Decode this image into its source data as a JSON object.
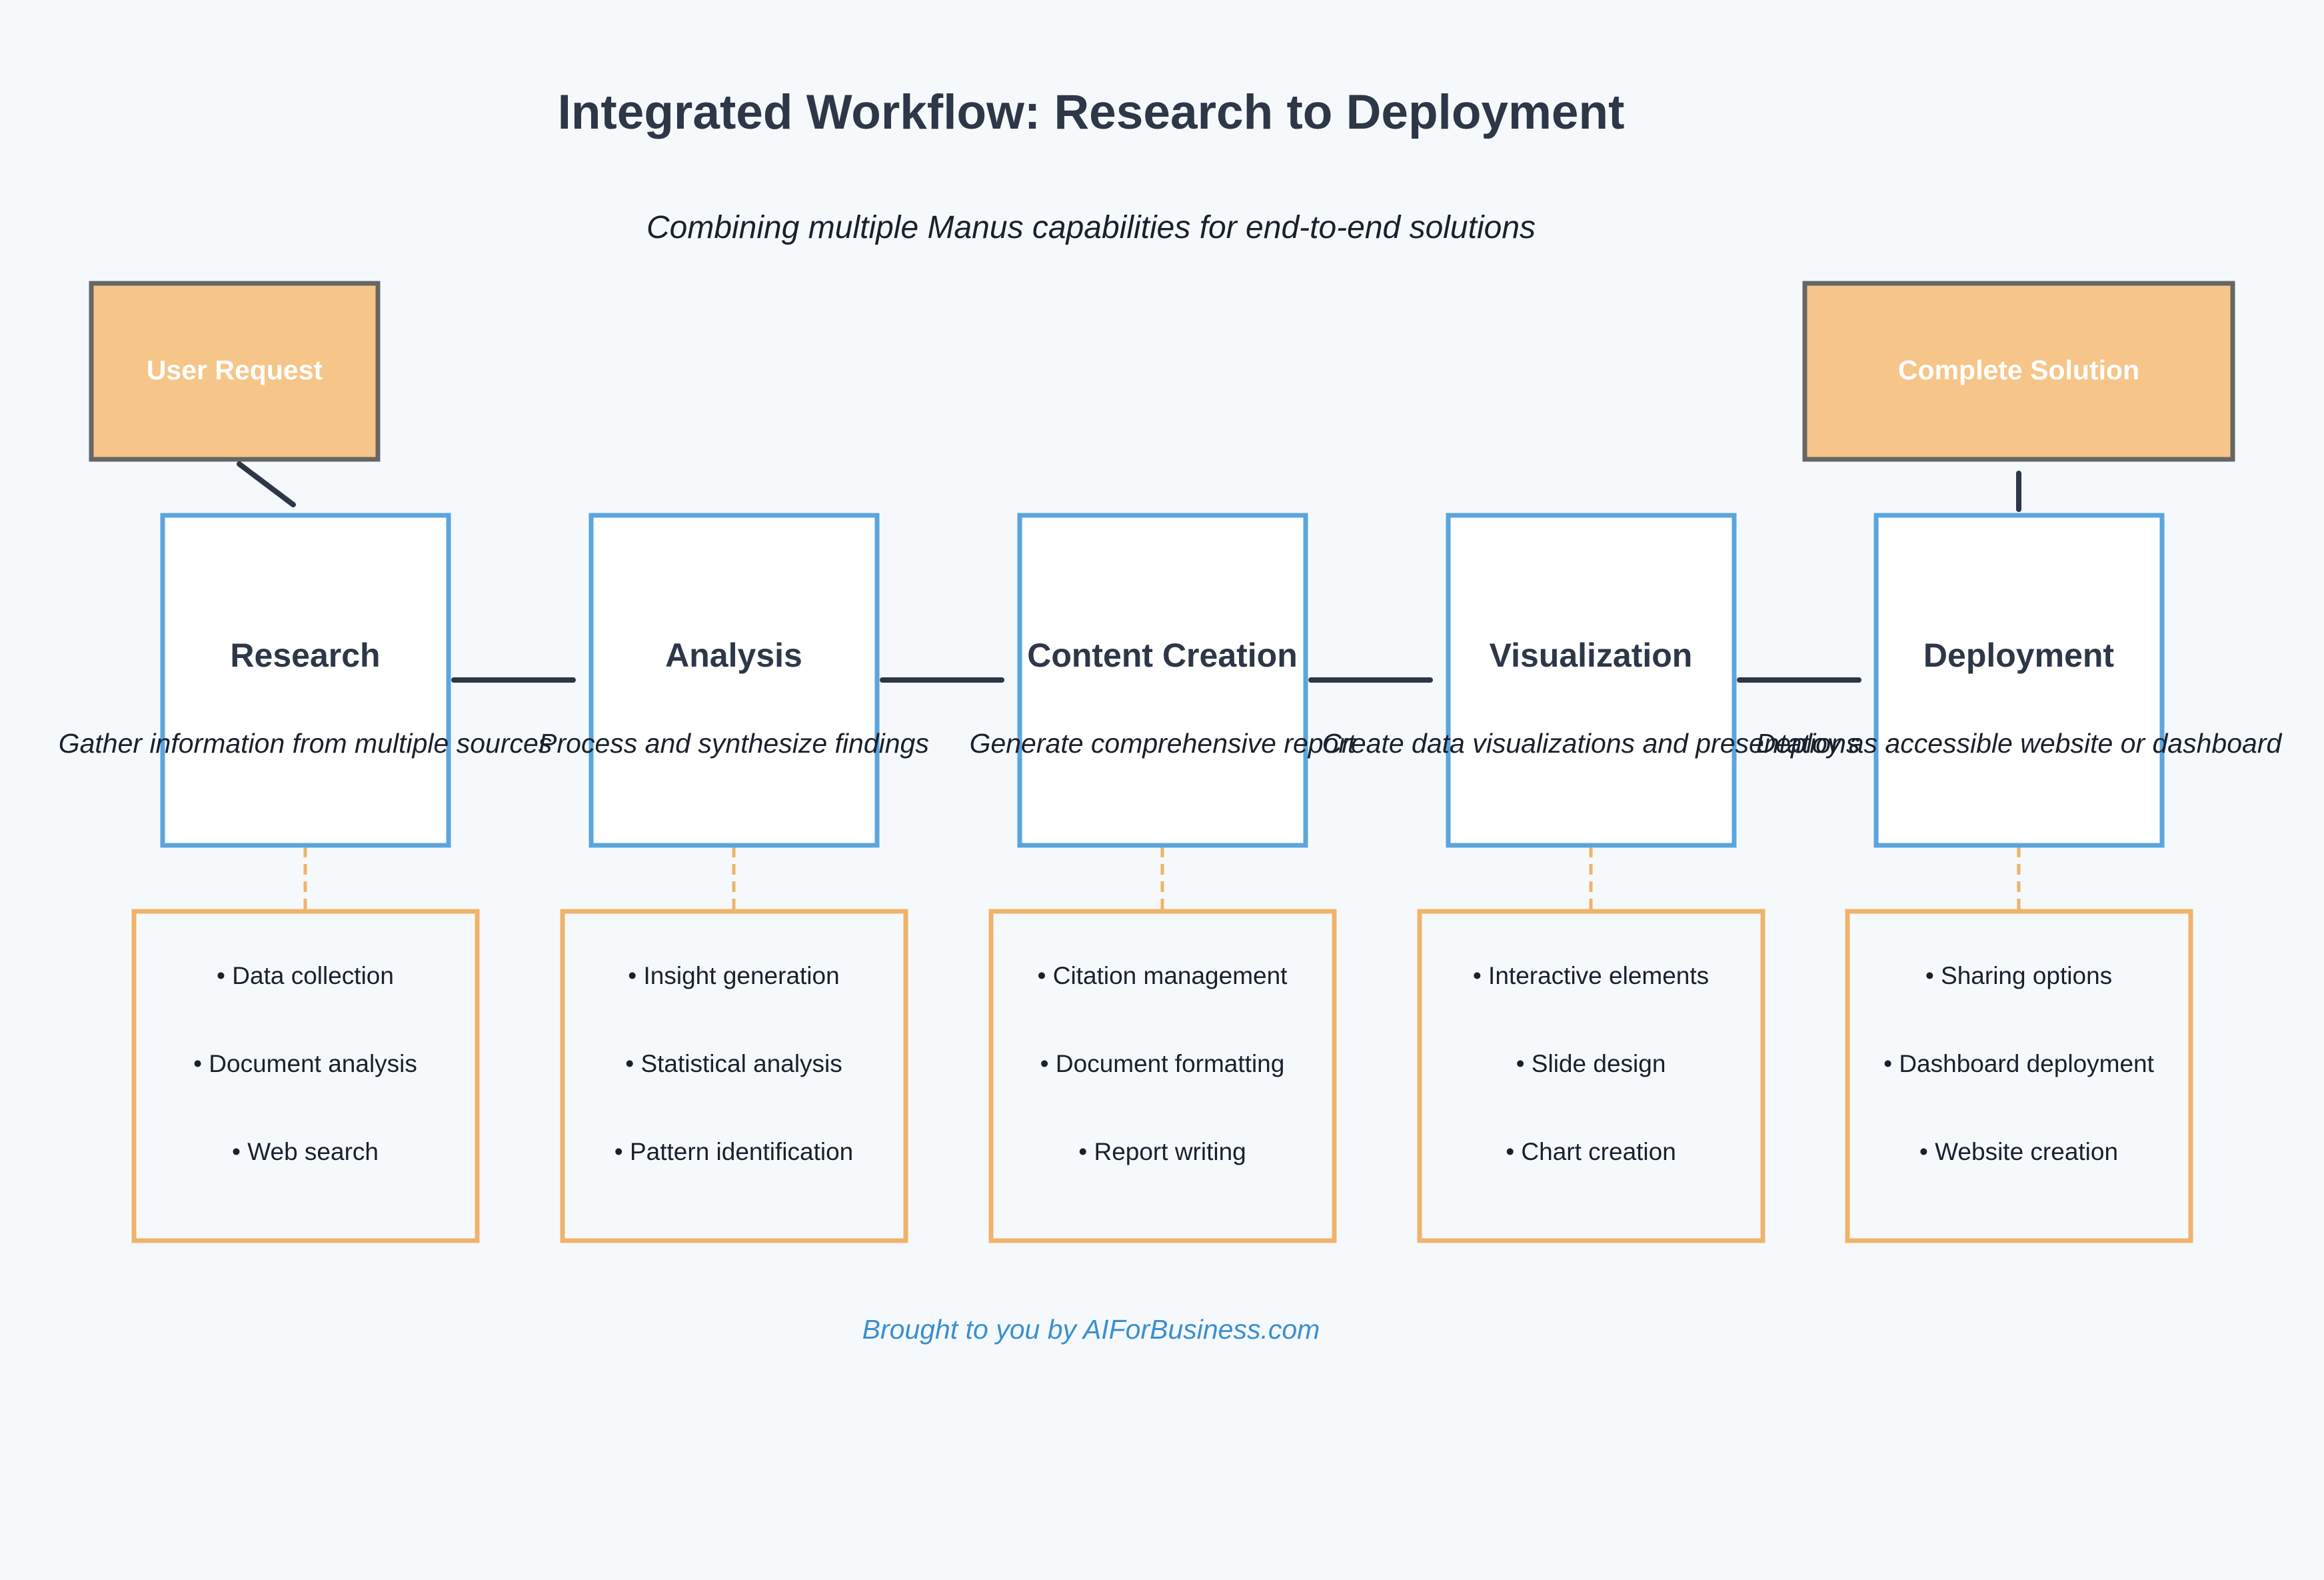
{
  "title": "Integrated Workflow: Research to Deployment",
  "subtitle": "Combining multiple Manus capabilities for end-to-end solutions",
  "input": {
    "label": "User Request"
  },
  "output": {
    "label": "Complete Solution"
  },
  "stages": [
    {
      "title": "Research",
      "description": "Gather information from multiple sources",
      "details": [
        "• Data collection",
        "• Document analysis",
        "• Web search"
      ]
    },
    {
      "title": "Analysis",
      "description": "Process and synthesize findings",
      "details": [
        "• Insight generation",
        "• Statistical analysis",
        "• Pattern identification"
      ]
    },
    {
      "title": "Content Creation",
      "description": "Generate comprehensive report",
      "details": [
        "• Citation management",
        "• Document formatting",
        "• Report writing"
      ]
    },
    {
      "title": "Visualization",
      "description": "Create data visualizations and presentations",
      "details": [
        "• Interactive elements",
        "• Slide design",
        "• Chart creation"
      ]
    },
    {
      "title": "Deployment",
      "description": "Deploy as accessible website or dashboard",
      "details": [
        "• Sharing options",
        "• Dashboard deployment",
        "• Website creation"
      ]
    }
  ],
  "footer": "Brought to you by AIForBusiness.com",
  "colors": {
    "background": "#f5f9fc",
    "stage_border": "#5aa5de",
    "detail_border": "#f0b36b",
    "endpoint_fill": "#f6c589",
    "endpoint_border": "#666666",
    "arrow": "#2d3748",
    "footer_text": "#3b8fd1"
  }
}
